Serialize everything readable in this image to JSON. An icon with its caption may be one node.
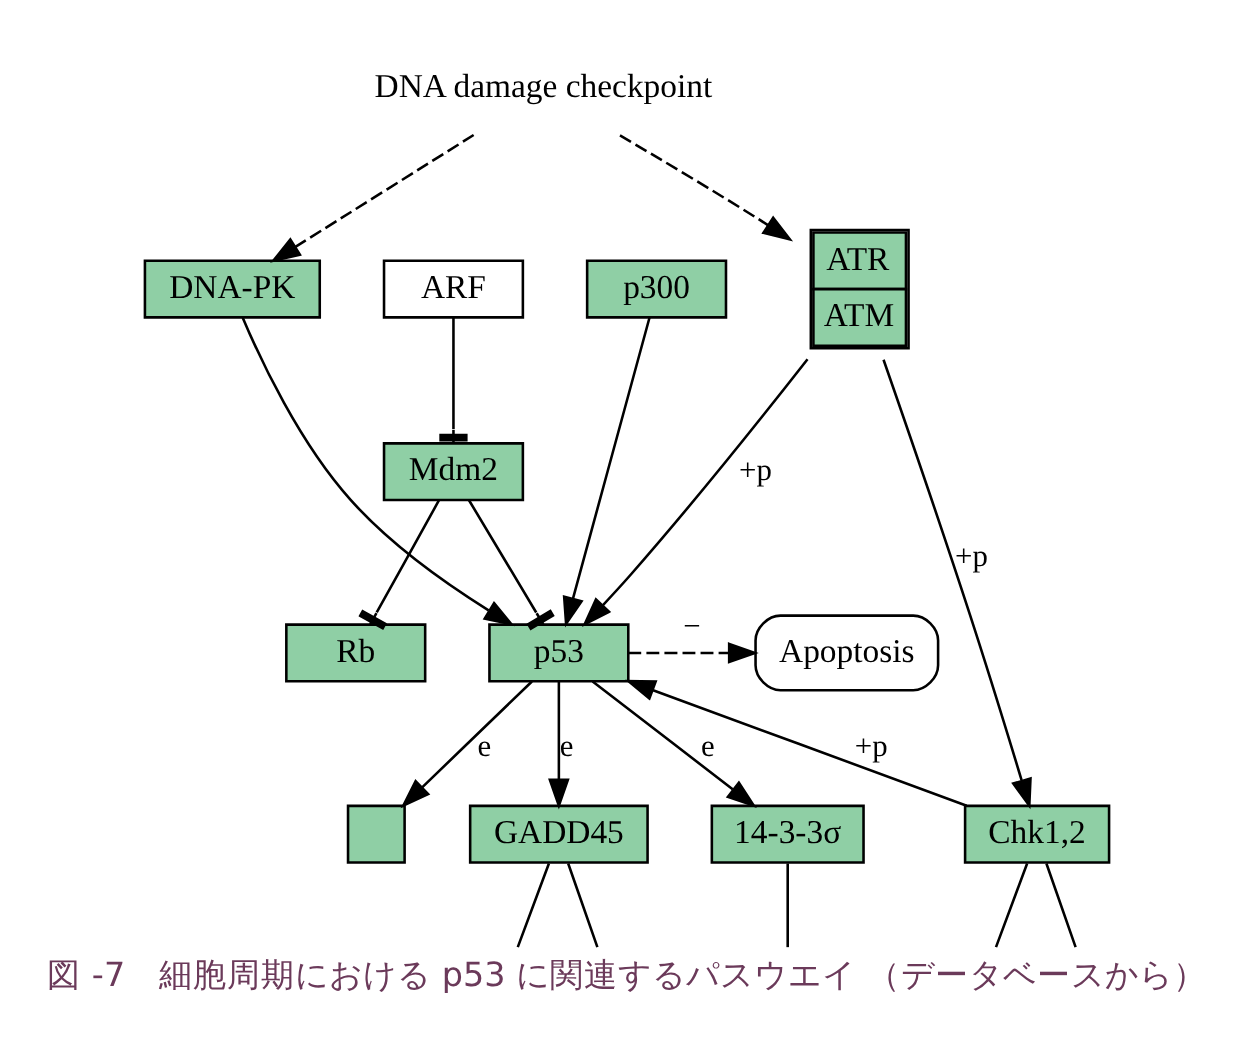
{
  "diagram": {
    "caption": "図 -7　細胞周期における p53 に関連するパスウエイ （データベースから）",
    "nodes": [
      {
        "text": [
          "DNA damage checkpoint"
        ]
      },
      {
        "text": [
          "ARF"
        ]
      },
      {
        "text": [
          "p300"
        ]
      },
      {
        "text": [
          "Mdm2"
        ]
      },
      {
        "text": [
          "DNA-PK"
        ]
      },
      {
        "text": [
          "ATR",
          "ATM"
        ]
      },
      {
        "text": [
          "Rb"
        ]
      },
      {
        "text": [
          "p53"
        ]
      },
      {
        "text": [
          "Apoptosis"
        ]
      },
      {
        "text": [],
        "shape": "box"
      },
      {
        "text": [
          "GADD45"
        ]
      },
      {
        "text": [
          "14-3-3σ"
        ]
      },
      {
        "text": [
          "Chk1,2"
        ]
      }
    ],
    "edges": [
      {
        "from": 0,
        "to": 4,
        "arrow": "to",
        "style": "dashed"
      },
      {
        "from": 0,
        "to": 5,
        "arrow": "to",
        "style": "dashed"
      },
      {
        "from": 1,
        "to": 3,
        "arrow": "other"
      },
      {
        "from": 3,
        "to": 6,
        "arrow": "other"
      },
      {
        "from": 3,
        "to": 7,
        "arrow": "other"
      },
      {
        "from": 2,
        "to": 7,
        "arrow": "to"
      },
      {
        "from": 4,
        "to": 7,
        "arrow": "to"
      },
      {
        "from": 5,
        "to": 7,
        "arrow": "to",
        "label": "+p"
      },
      {
        "from": 7,
        "to": 8,
        "arrow": "to",
        "style": "dashed",
        "label": "−"
      },
      {
        "from": 12,
        "to": 7,
        "arrow": "to",
        "label": "+p"
      },
      {
        "from": 5,
        "to": 12,
        "arrow": "to",
        "label": "+p"
      },
      {
        "from": 7,
        "to": 9,
        "arrow": "to",
        "label": "e"
      },
      {
        "from": 7,
        "to": 10,
        "arrow": "to",
        "label": "e"
      },
      {
        "from": 7,
        "to": 11,
        "arrow": "to",
        "label": "e"
      },
      {
        "from": 10,
        "to": null,
        "arrow": "none"
      },
      {
        "from": 10,
        "to": null,
        "arrow": "none"
      },
      {
        "from": 11,
        "to": null,
        "arrow": "none"
      },
      {
        "from": 12,
        "to": null,
        "arrow": "none"
      },
      {
        "from": 12,
        "to": null,
        "arrow": "none"
      }
    ]
  }
}
